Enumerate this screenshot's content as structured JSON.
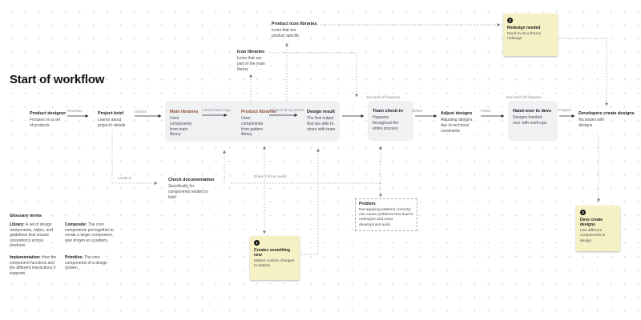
{
  "title": "Start of workflow",
  "top_notes": {
    "product_icon_libraries": {
      "title": "Product icon libraries",
      "body": "Icons that are product specific"
    },
    "icon_libraries": {
      "title": "Icon libraries",
      "body": "Icons that are part of the main library"
    }
  },
  "flow": {
    "product_designer": {
      "title": "Product designer",
      "body": "Focuses on a set of products"
    },
    "project_brief": {
      "title": "Project brief",
      "body": "Learns about project's details"
    },
    "main_libraries": {
      "title": "Main libraries",
      "body": "Uses components from main library"
    },
    "product_libraries": {
      "title": "Product libraries",
      "body": "Uses components from pattern library"
    },
    "design_result": {
      "title": "Design result",
      "body": "The first output that are able to share with team"
    },
    "team_check_in": {
      "title": "Team check-in",
      "body": "Happens throughout the entire process"
    },
    "adjust_designs": {
      "title": "Adjust designs",
      "body": "Adjusting designs due to technical constraints"
    },
    "hand_over": {
      "title": "Hand-over to devs",
      "body": "Designs handed over with mark-ups"
    },
    "developers": {
      "title": "Developers create designs",
      "body": "No issues with designs"
    }
  },
  "edge_labels": {
    "receives": "Receives",
    "checks": "Checks",
    "fresh_copy": "A fresh base copy",
    "adjust_fit": "Adjust to fit my needs",
    "first_handoff": "1st hand-off happens",
    "refine": "Refine",
    "polish": "Polish",
    "second_handoff": "2nd hand-off happens",
    "prepare": "Prepare",
    "leads_to": "Leads to",
    "doesnt_fit": "Doesn't fit my needs"
  },
  "check_documentation": {
    "title": "Check documentation",
    "body": "Specifically for components related to brief"
  },
  "problem_note": {
    "title": "Problem:",
    "body": "Not applying patterns correctly can cause problems that lead to redesigns and extra development work."
  },
  "stickies": {
    "redesign": {
      "badge": "2",
      "title": "Redesign needed",
      "body": "Need to do a theory redesign"
    },
    "creates": {
      "badge": "1",
      "title": "Creates something new",
      "body": "Makes custom changes to pattern"
    },
    "devs": {
      "badge": "3",
      "title": "Devs create designs",
      "body": "Use different components to design"
    }
  },
  "glossary": {
    "header": "Glossary terms",
    "items": [
      {
        "term": "Library:",
        "def": "A set of design components, styles, and guidelines that ensure consistency across products."
      },
      {
        "term": "Composite:",
        "def": "The core components put together to create a larger component, also known as a pattern."
      },
      {
        "term": "Implementation:",
        "def": "How the component functions and the different interactions it supports."
      },
      {
        "term": "Primitive:",
        "def": "The core components of a design system."
      }
    ]
  },
  "colors": {
    "sticky": "#F6F1C4",
    "container": "#EFF1F3",
    "library_title": "#8F4E2E",
    "dotted_line": "#9a9a9e",
    "solid_line": "#2a2a2e"
  }
}
